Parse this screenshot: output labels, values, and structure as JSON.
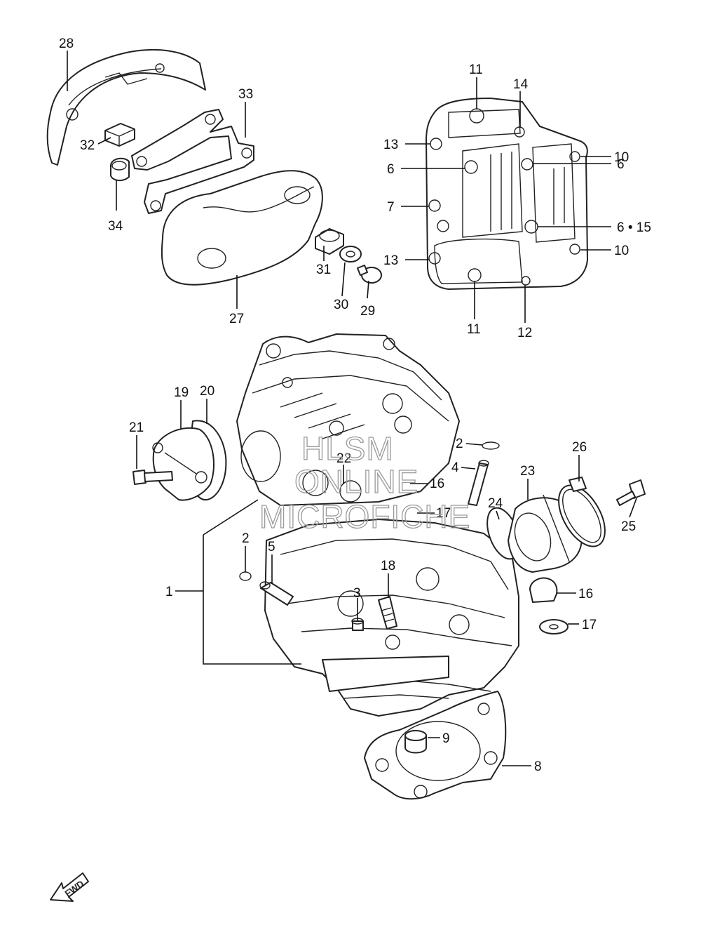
{
  "callouts": {
    "c1": "1",
    "c2a": "2",
    "c2b": "2",
    "c3": "3",
    "c4": "4",
    "c5": "5",
    "c6a": "6",
    "c6b": "6",
    "c6_15": "6 • 15",
    "c7": "7",
    "c8": "8",
    "c9": "9",
    "c10a": "10",
    "c10b": "10",
    "c11a": "11",
    "c11b": "11",
    "c12": "12",
    "c13a": "13",
    "c13b": "13",
    "c14": "14",
    "c16a": "16",
    "c16b": "16",
    "c17a": "17",
    "c17b": "17",
    "c18": "18",
    "c19": "19",
    "c20": "20",
    "c21": "21",
    "c22": "22",
    "c23": "23",
    "c24": "24",
    "c25": "25",
    "c26": "26",
    "c27": "27",
    "c28": "28",
    "c29": "29",
    "c30": "30",
    "c31": "31",
    "c32": "32",
    "c33": "33",
    "c34": "34"
  },
  "watermark": {
    "line1": "HLSM",
    "line2": "ONLINE",
    "line3": "MICROFICHE"
  },
  "fwd_label": "FWD"
}
